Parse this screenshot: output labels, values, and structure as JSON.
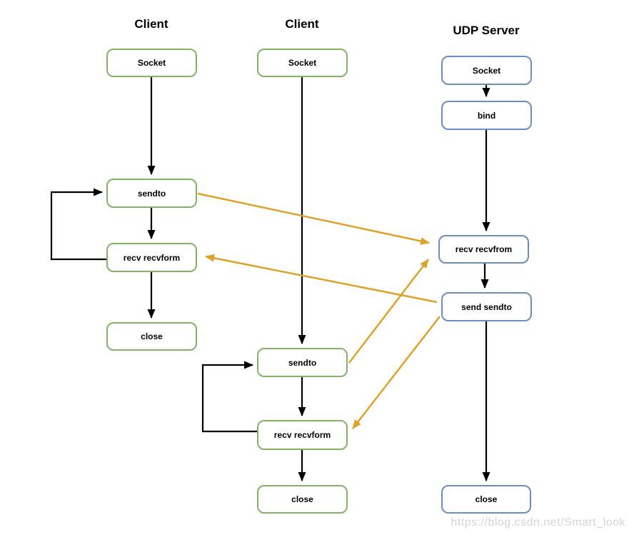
{
  "colors": {
    "client_box_border": "#82b366",
    "server_box_border": "#6c8ebf",
    "flow_arrow": "#000000",
    "message_arrow": "#dda329"
  },
  "columns": {
    "client1": {
      "title": "Client",
      "socket": "Socket",
      "sendto": "sendto",
      "recv": "recv recvform",
      "close": "close"
    },
    "client2": {
      "title": "Client",
      "socket": "Socket",
      "sendto": "sendto",
      "recv": "recv recvform",
      "close": "close"
    },
    "server": {
      "title": "UDP Server",
      "socket": "Socket",
      "bind": "bind",
      "recv": "recv recvfrom",
      "send": "send sendto",
      "close": "close"
    }
  },
  "watermark": "https://blog.csdn.net/Smart_look"
}
